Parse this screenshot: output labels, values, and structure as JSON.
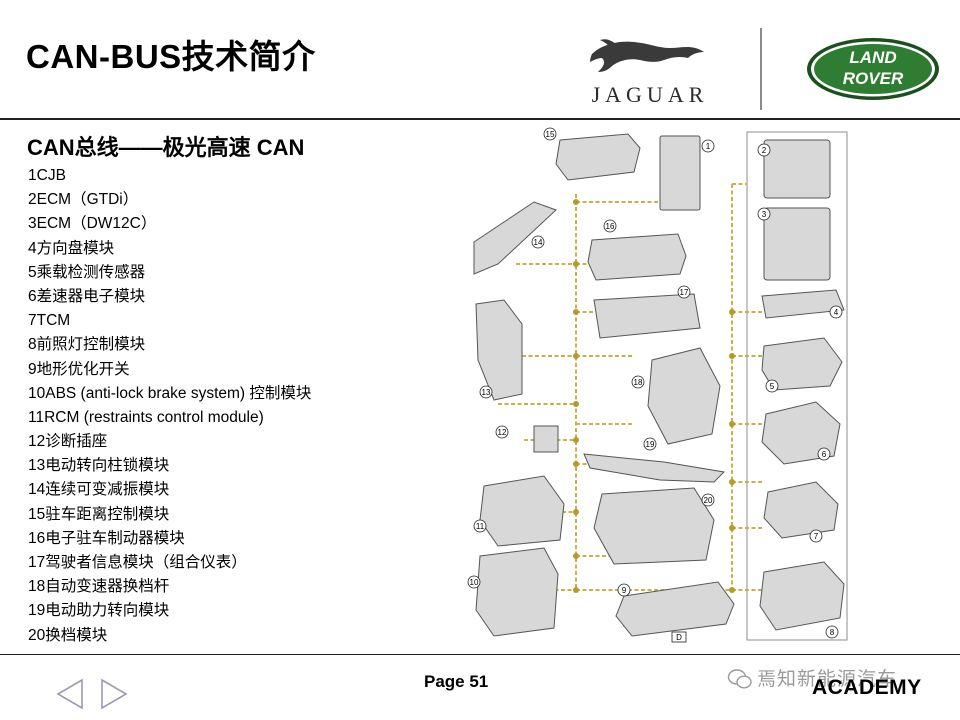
{
  "header": {
    "title": "CAN-BUS技术简介",
    "jaguar_wordmark": "JAGUAR",
    "landrover_line1": "LAND",
    "landrover_line2": "ROVER"
  },
  "section": {
    "heading": "CAN总线——极光高速 CAN"
  },
  "modules": [
    "1CJB",
    "2ECM（GTDi）",
    "3ECM（DW12C）",
    "4方向盘模块",
    "5乘载检测传感器",
    "6差速器电子模块",
    "7TCM",
    "8前照灯控制模块",
    "9地形优化开关",
    "10ABS (anti-lock brake system) 控制模块",
    "11RCM (restraints control module)",
    "12诊断插座",
    "13电动转向柱锁模块",
    "14连续可变减振模块",
    "15驻车距离控制模块",
    "16电子驻车制动器模块",
    "17驾驶者信息模块（组合仪表）",
    "18自动变速器换档杆",
    "19电动助力转向模块",
    "20换档模块"
  ],
  "diagram": {
    "callouts": [
      "1",
      "2",
      "3",
      "4",
      "5",
      "6",
      "7",
      "8",
      "9",
      "10",
      "11",
      "12",
      "13",
      "14",
      "15",
      "16",
      "17",
      "18",
      "19",
      "20"
    ],
    "legend_letter": "D",
    "bus_color": "#c9b24a",
    "node_color": "#b89a2a"
  },
  "footer": {
    "page": "Page 51",
    "watermark": "焉知新能源汽车",
    "academy": "ACADEMY"
  },
  "colors": {
    "landrover_green": "#2f7d32",
    "landrover_dark": "#1b4f1e"
  }
}
